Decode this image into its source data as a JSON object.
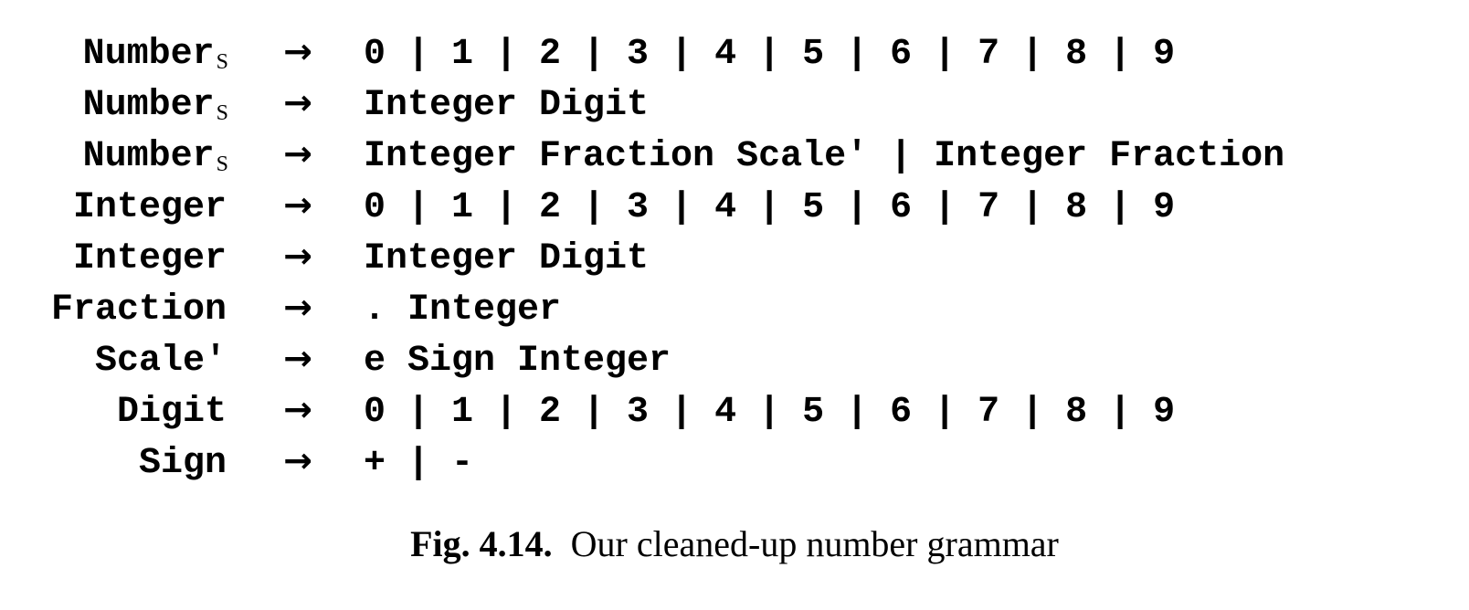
{
  "arrow_symbol": "→",
  "rules": [
    {
      "lhs": "Number",
      "lhs_sub": "S",
      "rhs": "0 | 1 | 2 | 3 | 4 | 5 | 6 | 7 | 8 | 9"
    },
    {
      "lhs": "Number",
      "lhs_sub": "S",
      "rhs": "Integer Digit"
    },
    {
      "lhs": "Number",
      "lhs_sub": "S",
      "rhs": "Integer Fraction Scale′ | Integer Fraction"
    },
    {
      "lhs": "Integer",
      "lhs_sub": "",
      "rhs": "0 | 1 | 2 | 3 | 4 | 5 | 6 | 7 | 8 | 9"
    },
    {
      "lhs": "Integer",
      "lhs_sub": "",
      "rhs": "Integer Digit"
    },
    {
      "lhs": "Fraction",
      "lhs_sub": "",
      "rhs": ". Integer"
    },
    {
      "lhs": "Scale′",
      "lhs_sub": "",
      "rhs": "e Sign Integer"
    },
    {
      "lhs": "Digit",
      "lhs_sub": "",
      "rhs": "0 | 1 | 2 | 3 | 4 | 5 | 6 | 7 | 8 | 9"
    },
    {
      "lhs": "Sign",
      "lhs_sub": "",
      "rhs": "+ | -"
    }
  ],
  "caption": {
    "label": "Fig. 4.14.",
    "text": "Our cleaned-up number grammar"
  }
}
